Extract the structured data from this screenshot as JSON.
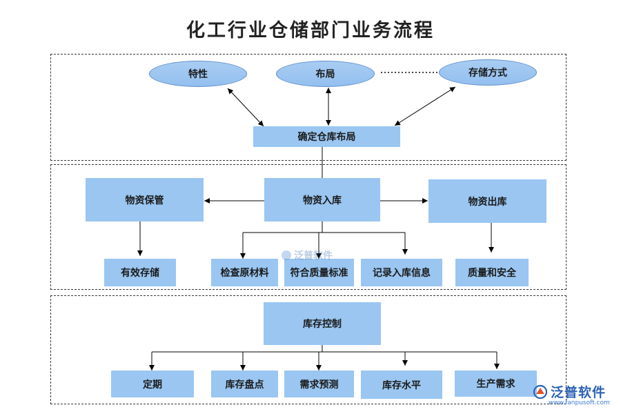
{
  "title": "化工行业仓储部门业务流程",
  "section1": {
    "ellipses": [
      "特性",
      "布局",
      "存储方式"
    ],
    "center_box": "确定仓库布局"
  },
  "section2": {
    "left_box": "物资保管",
    "center_box": "物资入库",
    "right_box": "物资出库",
    "children": [
      "有效存储",
      "检查原材料",
      "符合质量标准",
      "记录入库信息",
      "质量和安全"
    ]
  },
  "section3": {
    "center_box": "库存控制",
    "children": [
      "定期",
      "库存盘点",
      "需求预测",
      "库存水平",
      "生产需求"
    ]
  },
  "watermark": {
    "center_text": "泛普软件",
    "brand_name": "泛普软件",
    "brand_url": "www.fanpusoft.com"
  },
  "colors": {
    "box_fill": "#9ac6f1",
    "ellipse_fill": "#a9cdf2",
    "line": "#000000",
    "brand": "#2b62b7"
  }
}
